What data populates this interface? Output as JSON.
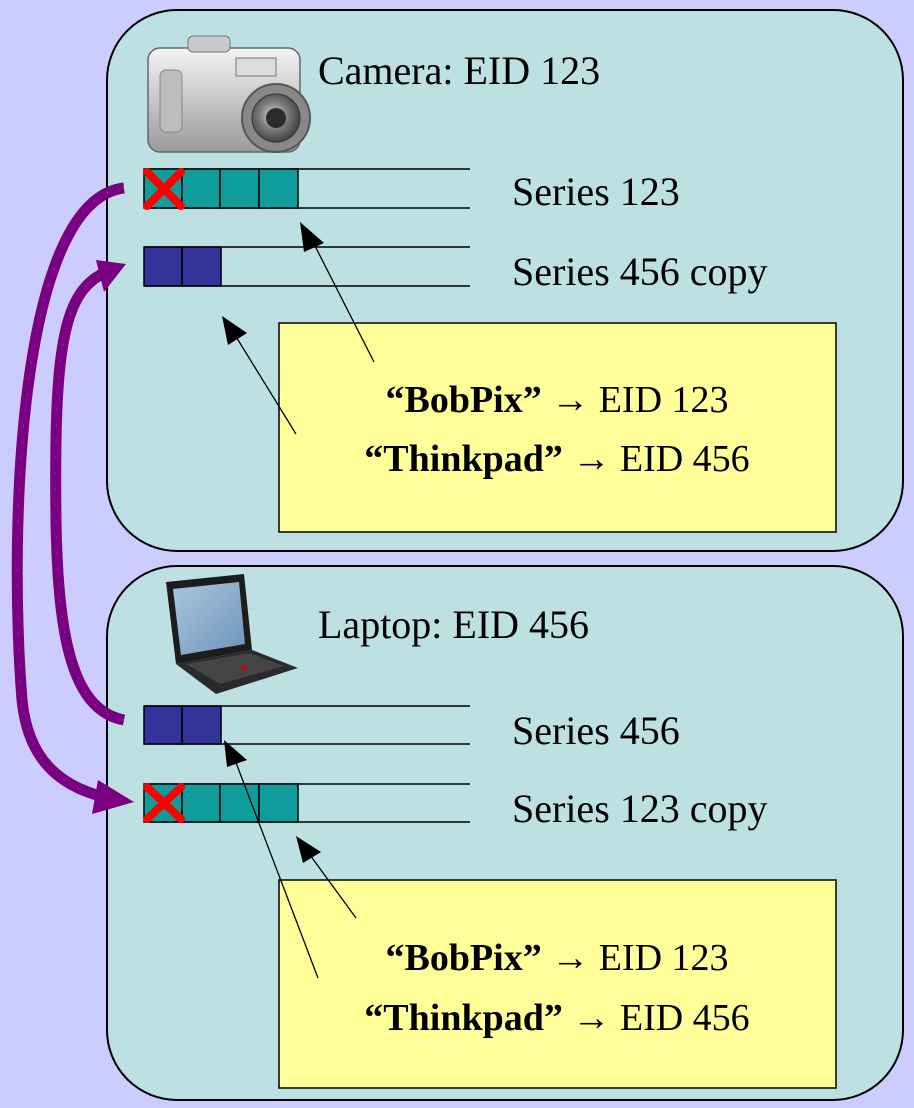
{
  "colors": {
    "background": "#ccccff",
    "device_panel": "#bde0e2",
    "mapping_box": "#ffff99",
    "teal_block": "#119c9c",
    "blue_block": "#333399",
    "sync_arrow": "#7a0082",
    "delete_mark": "#ff0000"
  },
  "camera": {
    "title": "Camera: EID 123",
    "icon": "digital-camera-icon",
    "series": [
      {
        "label": "Series 123",
        "blocks": 4,
        "color": "teal",
        "deleted_first": true
      },
      {
        "label": "Series 456 copy",
        "blocks": 2,
        "color": "blue",
        "deleted_first": false
      }
    ],
    "mapping": [
      {
        "name": "“BobPix”",
        "arrow": "→",
        "value": "EID 123"
      },
      {
        "name": "“Thinkpad”",
        "arrow": "→",
        "value": "EID 456"
      }
    ]
  },
  "laptop": {
    "title": "Laptop: EID 456",
    "icon": "laptop-icon",
    "series": [
      {
        "label": "Series 456",
        "blocks": 2,
        "color": "blue",
        "deleted_first": false
      },
      {
        "label": "Series 123 copy",
        "blocks": 4,
        "color": "teal",
        "deleted_first": true
      }
    ],
    "mapping": [
      {
        "name": "“BobPix”",
        "arrow": "→",
        "value": "EID 123"
      },
      {
        "name": "“Thinkpad”",
        "arrow": "→",
        "value": "EID 456"
      }
    ]
  }
}
